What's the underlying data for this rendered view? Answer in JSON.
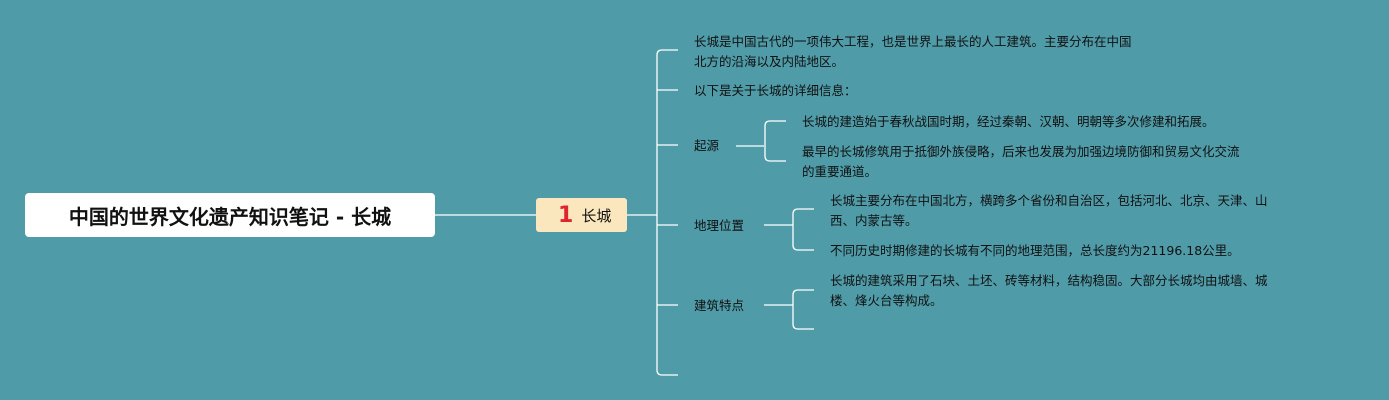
{
  "root": {
    "title": "中国的世界文化遗产知识笔记 - 长城"
  },
  "topic": {
    "number": "1",
    "label": "长城"
  },
  "intro": {
    "line1": "长城是中国古代的一项伟大工程，也是世界上最长的人工建筑。主要分布在中国",
    "line2": "北方的沿海以及内陆地区。"
  },
  "detail_intro": "以下是关于长城的详细信息：",
  "sections": [
    {
      "label": "起源",
      "items": [
        [
          "长城的建造始于春秋战国时期，经过秦朝、汉朝、明朝等多次修建和拓展。"
        ],
        [
          "最早的长城修筑用于抵御外族侵略，后来也发展为加强边境防御和贸易文化交流",
          "的重要通道。"
        ]
      ]
    },
    {
      "label": "地理位置",
      "items": [
        [
          "长城主要分布在中国北方，横跨多个省份和自治区，包括河北、北京、天津、山",
          "西、内蒙古等。"
        ],
        [
          "不同历史时期修建的长城有不同的地理范围，总长度约为21196.18公里。"
        ]
      ]
    },
    {
      "label": "建筑特点",
      "items": [
        [
          "长城的建筑采用了石块、土坯、砖等材料，结构稳固。大部分长城均由城墙、城",
          "楼、烽火台等构成。"
        ],
        [
          ""
        ]
      ]
    }
  ]
}
